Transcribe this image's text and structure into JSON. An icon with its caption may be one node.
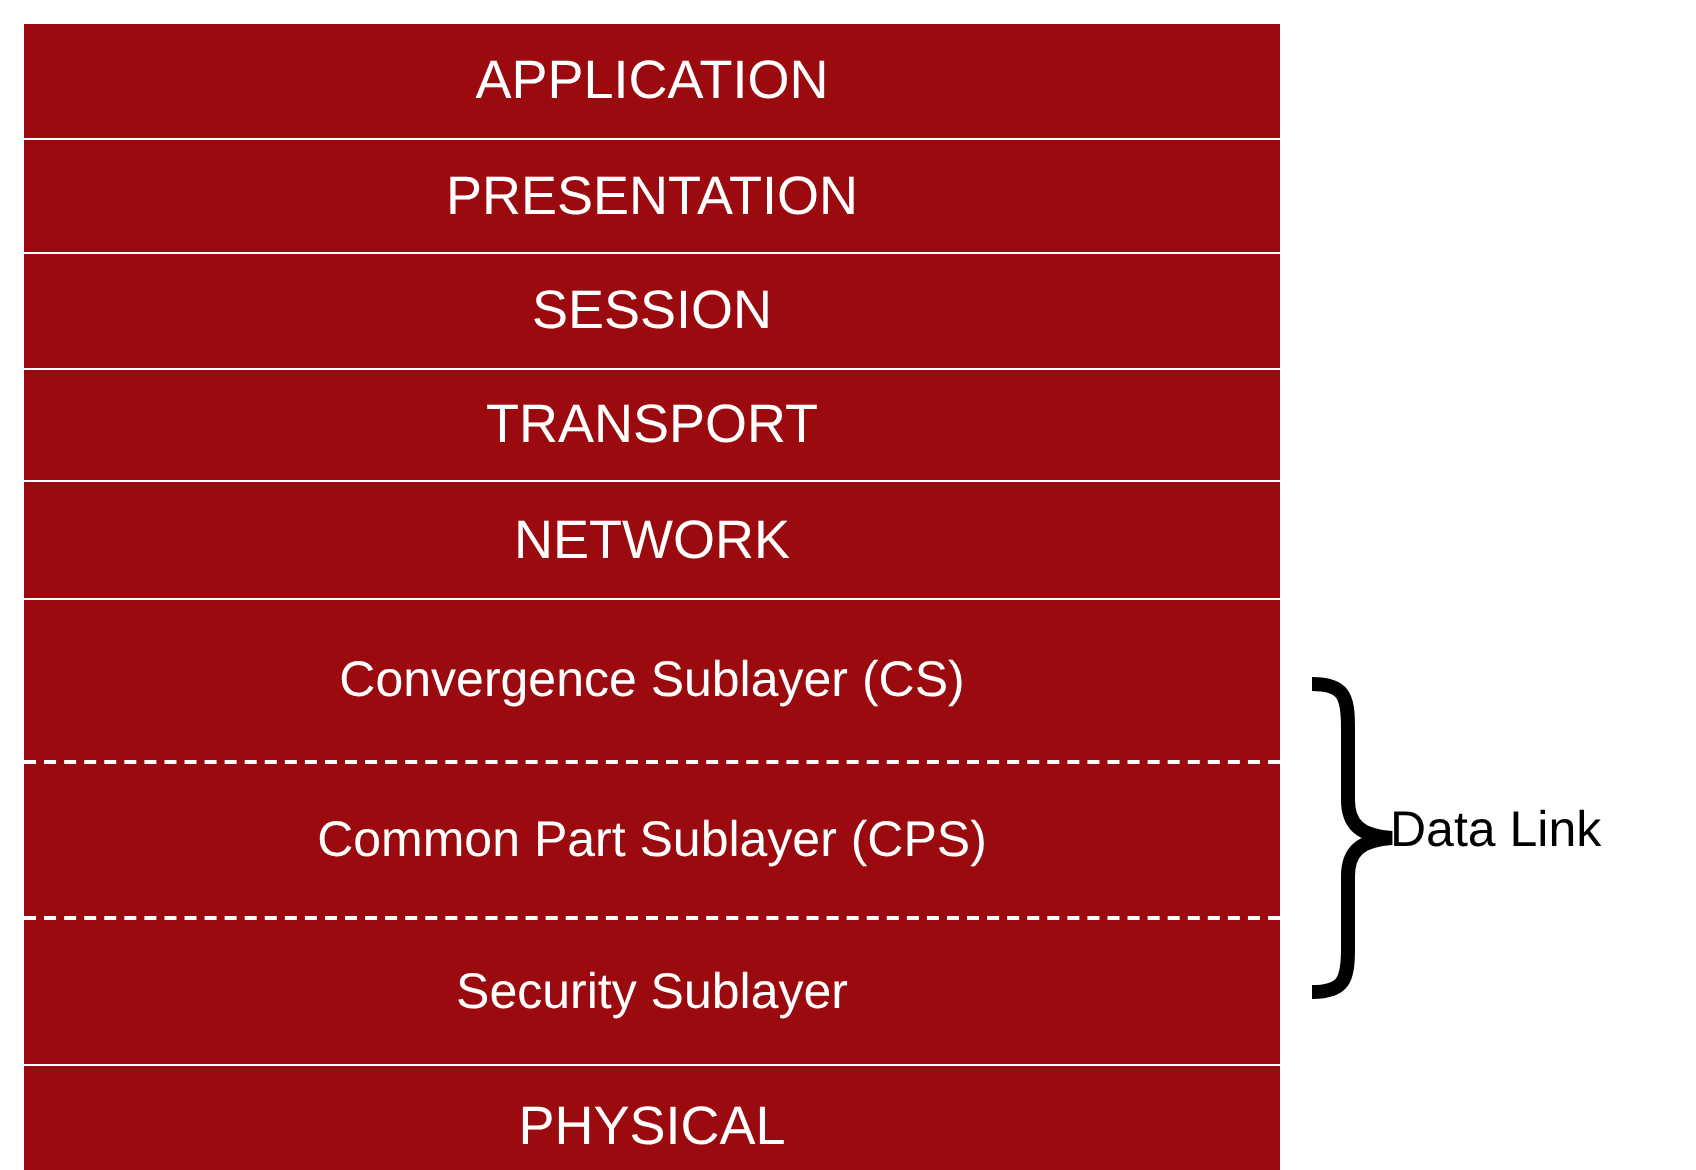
{
  "diagram": {
    "nodes": [
      {
        "text": [
          "APPLICATION"
        ]
      },
      {
        "text": [
          "PRESENTATION"
        ]
      },
      {
        "text": [
          "SESSION"
        ]
      },
      {
        "text": [
          "TRANSPORT"
        ]
      },
      {
        "text": [
          "NETWORK"
        ]
      },
      {
        "text": [
          "Data Link"
        ]
      },
      {
        "text": [
          "Convergence Sublayer (CS)"
        ],
        "in": 5
      },
      {
        "text": [
          "Common Part Sublayer (CPS)"
        ],
        "in": 5
      },
      {
        "text": [
          "Security Sublayer"
        ],
        "in": 5
      },
      {
        "text": [
          "PHYSICAL"
        ]
      }
    ]
  }
}
